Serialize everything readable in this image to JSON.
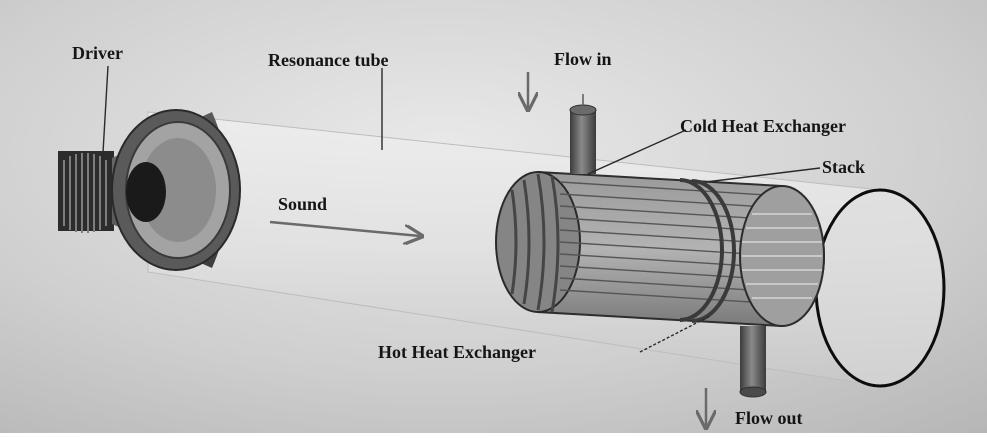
{
  "labels": {
    "driver": "Driver",
    "resonance_tube": "Resonance tube",
    "flow_in": "Flow in",
    "cold_heat_exchanger": "Cold Heat Exchanger",
    "stack": "Stack",
    "sound": "Sound",
    "hot_heat_exchanger": "Hot Heat Exchanger",
    "flow_out": "Flow out"
  },
  "colors": {
    "background": "#c9c9c9",
    "tube": "#dedede",
    "metal": "#555555",
    "text": "#151515"
  }
}
